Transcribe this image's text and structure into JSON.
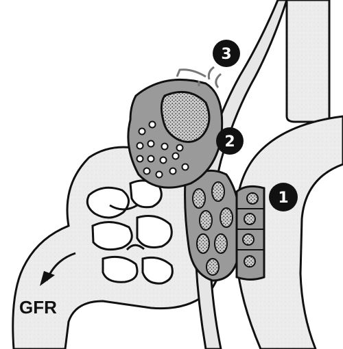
{
  "markers": [
    {
      "id": "1",
      "label": "1"
    },
    {
      "id": "2",
      "label": "2"
    },
    {
      "id": "3",
      "label": "3"
    }
  ],
  "labels": {
    "gfr": "GFR"
  }
}
